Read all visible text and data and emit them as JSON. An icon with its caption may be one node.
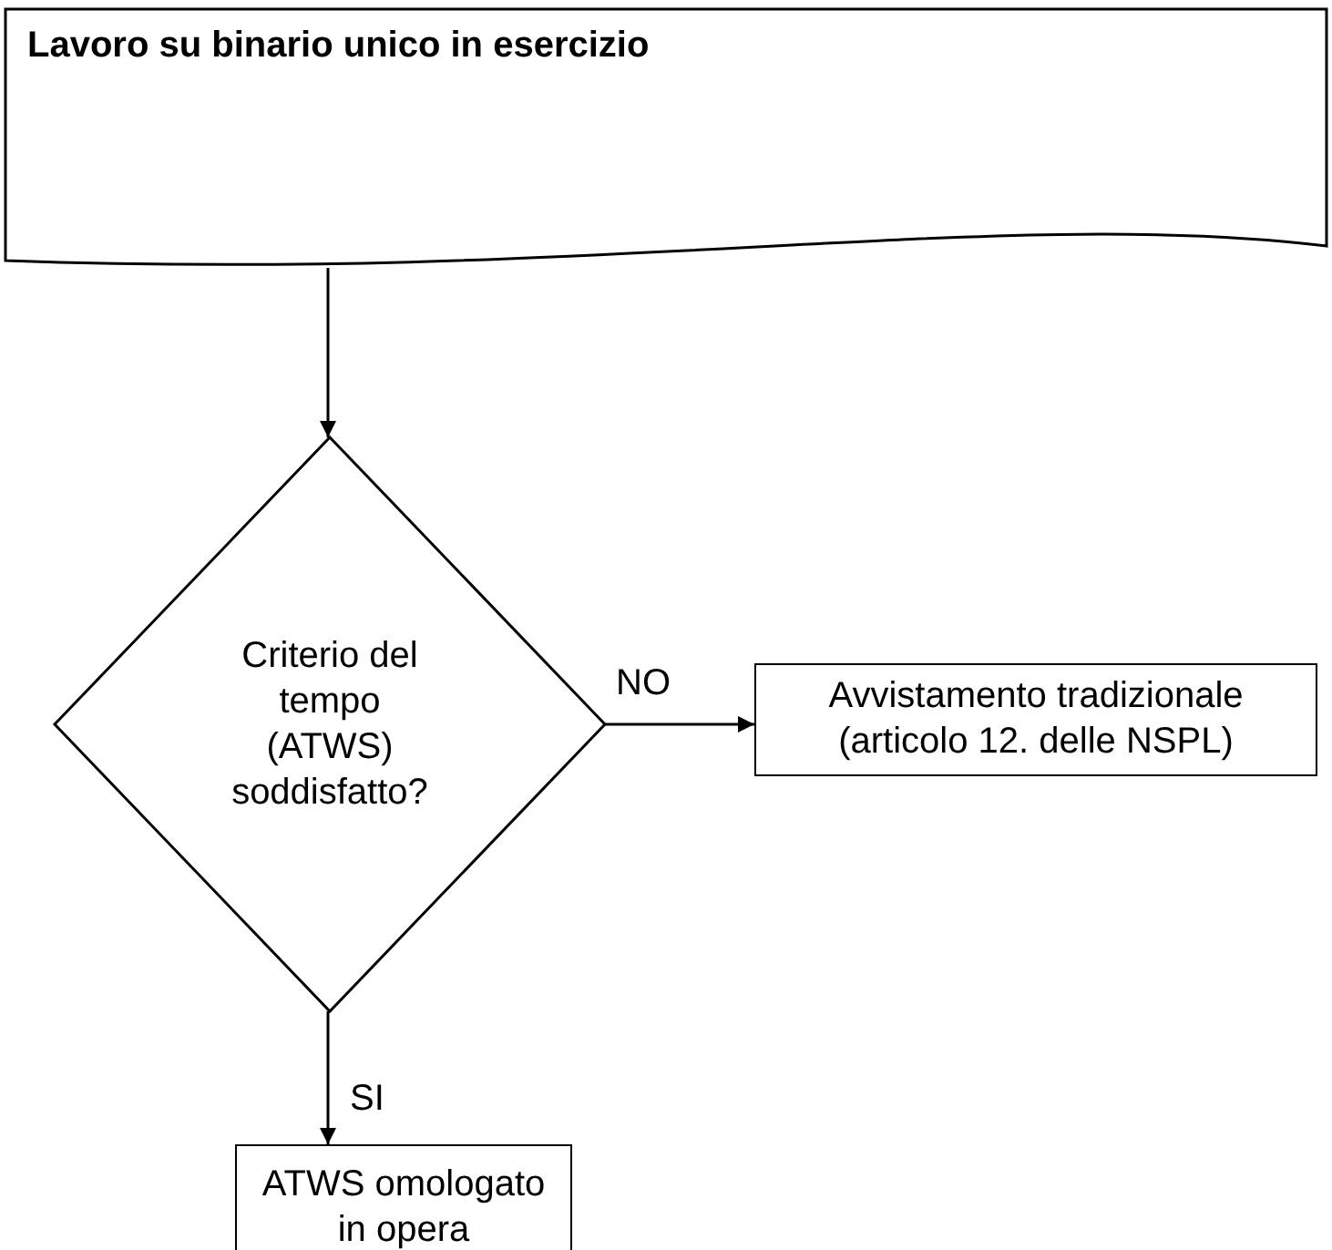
{
  "diagram": {
    "nodes": [
      {
        "text": [
          "Lavoro su binario unico in esercizio"
        ]
      },
      {
        "text": [
          "Criterio del tempo (ATWS) soddisfatto?"
        ]
      },
      {
        "text": [
          "Avvistamento tradizionale (articolo 12. delle NSPL)"
        ]
      },
      {
        "text": [
          "ATWS omologato in opera"
        ]
      }
    ],
    "edges": [
      {
        "from": 0,
        "to": 1,
        "arrow": "to"
      },
      {
        "from": 1,
        "to": 2,
        "arrow": "to",
        "label": "NO"
      },
      {
        "from": 1,
        "to": 3,
        "arrow": "to",
        "label": "SI"
      }
    ]
  }
}
